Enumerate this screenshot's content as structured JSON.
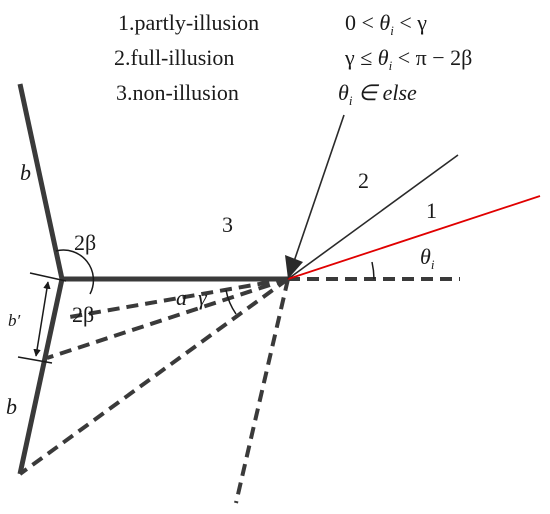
{
  "legend": {
    "item1_label": "1.partly-illusion",
    "item2_label": "2.full-illusion",
    "item3_label": "3.non-illusion",
    "item1_condition_a": "0 < ",
    "item1_condition_theta": "θ",
    "item1_condition_sub": "i",
    "item1_condition_b": " < γ",
    "item2_condition_a": "γ ≤ ",
    "item2_condition_theta": "θ",
    "item2_condition_sub": "i",
    "item2_condition_b": " < π − 2β",
    "item3_condition_theta": "θ",
    "item3_condition_sub": "i",
    "item3_condition_b": " ∈ else"
  },
  "labels": {
    "ray1": "1",
    "ray2": "2",
    "region3": "3",
    "side_b_top": "b",
    "side_b_bottom": "b",
    "side_b_prime": "b′",
    "angle_2beta_top": "2β",
    "angle_2beta_bottom": "2β",
    "edge_a": "a",
    "angle_gamma": "γ",
    "theta": "θ",
    "theta_sub": "i"
  },
  "colors": {
    "structure": "#3a3a3a",
    "text": "#1a1a1a",
    "ray_highlight": "#e00000"
  }
}
